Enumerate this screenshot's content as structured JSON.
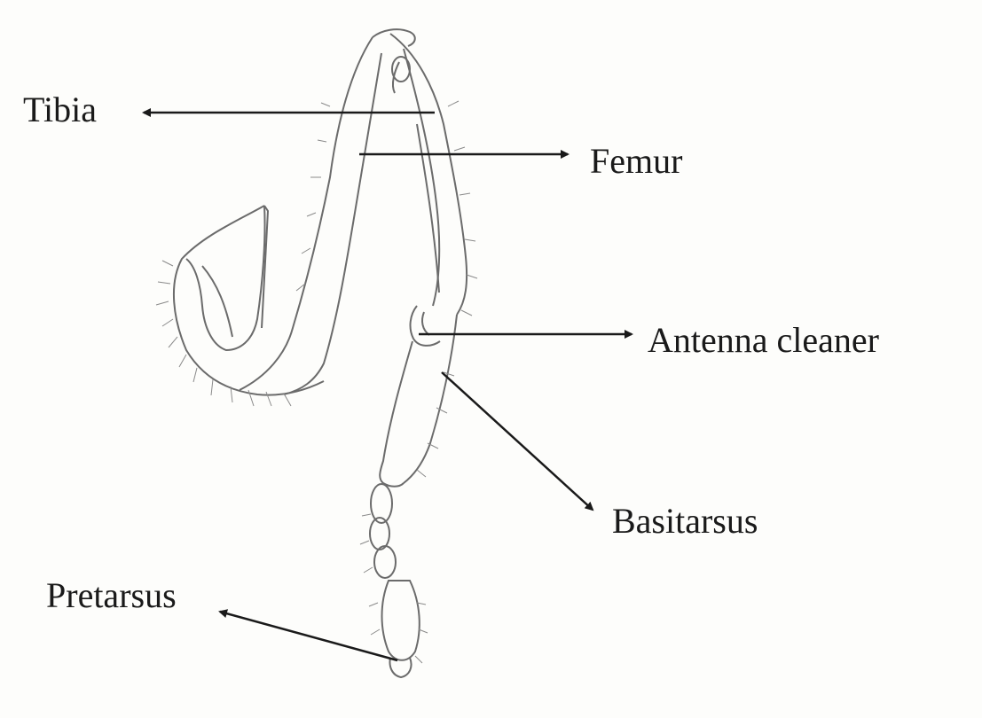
{
  "labels": {
    "tibia": "Tibia",
    "femur": "Femur",
    "antenna_cleaner": "Antenna cleaner",
    "basitarsus": "Basitarsus",
    "pretarsus": "Pretarsus"
  },
  "colors": {
    "ink": "#1a1a1a",
    "sketch": "#6b6b6b",
    "background": "#fdfdfb"
  }
}
